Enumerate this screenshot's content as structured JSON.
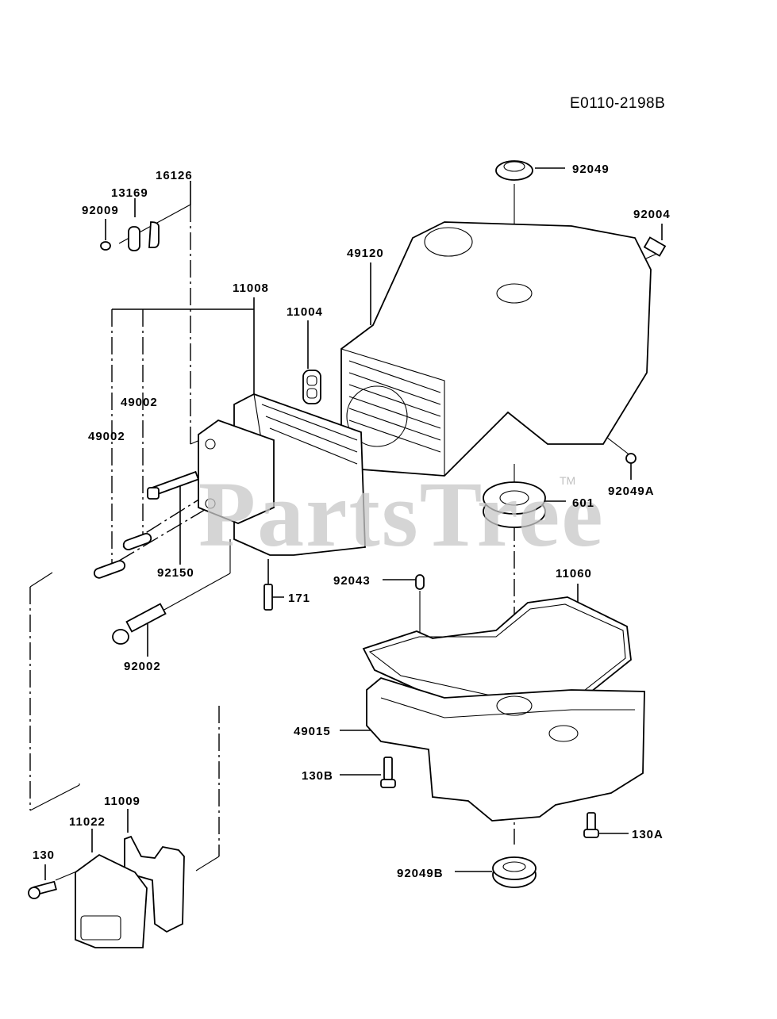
{
  "diagram": {
    "type": "exploded-parts-diagram",
    "reference_code": "E0110-2198B",
    "watermark": "PartsTree",
    "watermark_tm": "TM",
    "labels": {
      "p16126": "16126",
      "p13169": "13169",
      "p92009": "92009",
      "p11008": "11008",
      "p11004": "11004",
      "p49120": "49120",
      "p92049": "92049",
      "p92004": "92004",
      "p49002a": "49002",
      "p49002b": "49002",
      "p92049A": "92049A",
      "p601": "601",
      "p92150": "92150",
      "p171": "171",
      "p92002": "92002",
      "p92043": "92043",
      "p11060": "11060",
      "p49015": "49015",
      "p130B": "130B",
      "p130A": "130A",
      "p11009": "11009",
      "p11022": "11022",
      "p130": "130",
      "p92049B": "92049B"
    }
  }
}
